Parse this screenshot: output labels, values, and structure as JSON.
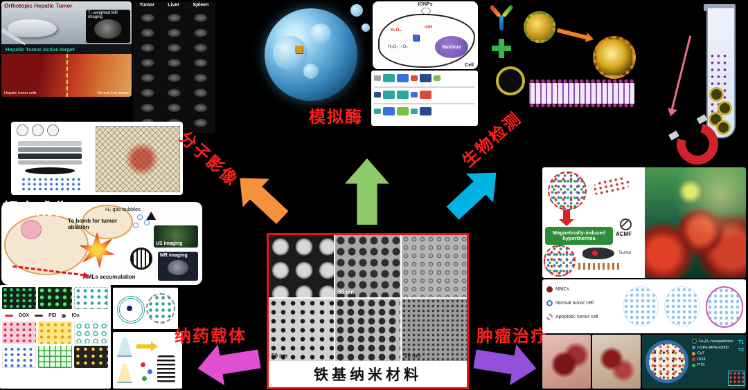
{
  "figure": {
    "center_label": "铁基纳米材料",
    "branch_labels": {
      "mimic_enzyme": "模拟酶",
      "molecular_imaging": "分子影像",
      "bio_detection": "生物检测",
      "ultrasound_imaging": "超声成像",
      "drug_carrier": "纳药载体",
      "tumor_therapy": "肿瘤治疗"
    }
  },
  "colors": {
    "background": "#000000",
    "branch_label_red": "#ff1e1e",
    "center_border_red": "#ee1111",
    "arrow_green": "#8fca6a",
    "arrow_orange": "#f6913e",
    "arrow_cyan": "#00b3e3",
    "arrow_magenta": "#e14fd2",
    "arrow_purple": "#9450d8"
  },
  "hepatic_panel": {
    "title": "Orthotopic Hepatic Tumor",
    "mr_label": "T₂-weighted MR imaging",
    "active_target": "Hepatic Tumor Active-target",
    "cells_label": "Hepatic tumor cells",
    "tissue_label": "Normal liver tissue"
  },
  "mri_grid": {
    "headers": [
      "Tumor",
      "Liver",
      "Spleen"
    ]
  },
  "enzyme_panel": {
    "ionps": "IONPs",
    "h2o2": "H₂O₂",
    "oh_radical": "·OH",
    "h2o2_o2": "H₂O₂→O₂",
    "nucleus": "Nucleus",
    "cell": "Cell"
  },
  "tem_panel": {
    "scale_top": "50 nm",
    "scale_bottom_left": "50 nm",
    "scale_bottom_right": "20 nm"
  },
  "ultrasound_panel": {
    "bomb": "To bomb for tumor ablation",
    "bubbles": "H₂ gas bubbles",
    "us_imaging": "US imaging",
    "mr_imaging": "MR imaging",
    "amls": "AMLs accumulation"
  },
  "carrier_panel": {
    "dox": "DOX",
    "pei": "PEI",
    "ios": "IOs"
  },
  "hyperthermia_panel": {
    "title": "Magnetically-induced hyperthermia",
    "acmf": "ACMF",
    "tumor": "Tumor",
    "legend_mmcs": "MMCs",
    "legend_normal": "Normal tumor cell",
    "legend_apoptotic": "Apoptotic tumor cell"
  },
  "liposome_panel": {
    "fe3o4": "Fe₃O₄ nanoparticles",
    "dspe": "DSPE-MPEG2000",
    "cy7": "Cy7",
    "dox": "DOX",
    "ptx": "PTX",
    "t1": "T1",
    "t2": "T2"
  }
}
